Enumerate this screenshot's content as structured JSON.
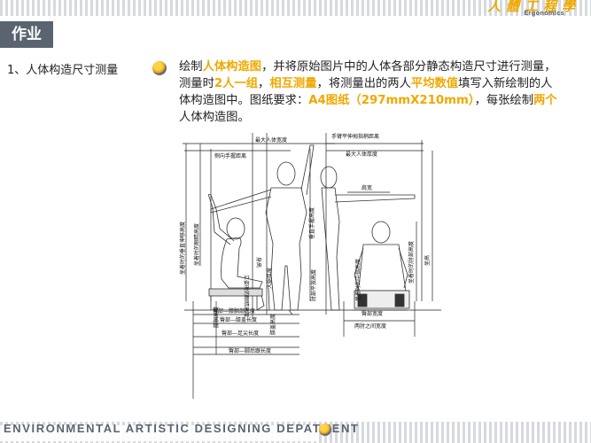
{
  "brand": {
    "name_cn": "人體工程學",
    "name_en": "Ergonomics"
  },
  "slide": {
    "title": "作业"
  },
  "section": {
    "heading": "1、人体构造尺寸测量"
  },
  "instruction": {
    "p1": "绘制",
    "h1": "人体构造图",
    "p2": "，并将原始图片中的人体各部分静态构造尺寸进行测量，测量时",
    "h2": "2人一组",
    "p3": "，",
    "h3": "相互测量",
    "p4": "，将测量出的两人",
    "h4": "平均数值",
    "p5": "填写入新绘制的人体构造图中。图纸要求：",
    "h5": "A4图纸（297mmX210mm）",
    "p6": "，每张绘制",
    "h6": "两个",
    "p7": "人体构造图。"
  },
  "figure_labels": {
    "max_width": "最大人体宽度",
    "hand_forward": "手臂平伸拇指梢距离",
    "side_reach": "侧向手握距离",
    "max_depth": "最大人体厚度",
    "shoulder_width": "肩宽",
    "sit_reach_up": "坐着时的垂直伸够高度",
    "sit_height": "坐着时的眼睛高度",
    "stand_eye": "立姿时的眼睛高度",
    "sit_shoulder": "坐着时的中指高度",
    "height": "身高",
    "vert_reach": "垂直手握高度",
    "elbow_sit": "坐着时的肘部高度",
    "hip_width": "肘部平放高度",
    "sit_height2": "坐高",
    "thigh_thick": "大腿厚度",
    "knee_height": "膝盖高度",
    "popliteal": "膝腘高度",
    "buttock_popliteal": "臀部—膝腘部长度",
    "buttock_knee": "臀部—膝盖长度",
    "buttock_toe": "臀部—足尖长度",
    "buttock_heel": "臀部—脚后跟长度",
    "hip_w": "臀部宽度",
    "elbow_to_elbow": "两肘之间宽度",
    "seat_depth": "坐深",
    "shoulder_h": "立姿时的肩膀高度"
  },
  "footer": {
    "text": "ENVIRONMENTAL ARTISTIC DESIGNING DEPATMENT"
  },
  "colors": {
    "accent": "#f0a800",
    "title_bg": "#5a6470",
    "text": "#222222"
  }
}
